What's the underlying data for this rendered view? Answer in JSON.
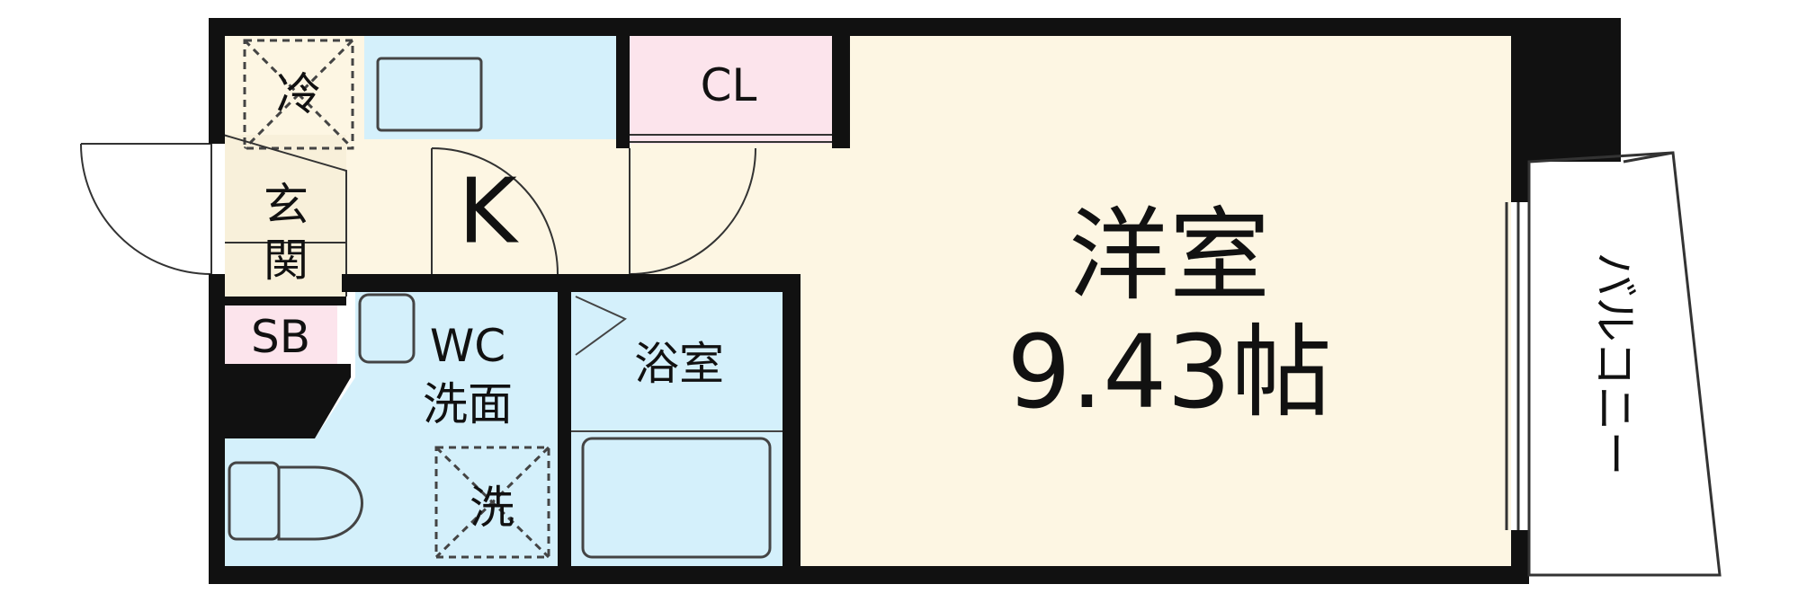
{
  "palette": {
    "wall": "#111111",
    "floor_cream": "#fdf6e3",
    "floor_entrance": "#f8f0da",
    "wet_blue": "#d4f0fb",
    "storage_pink": "#fce4ec",
    "fixture_stroke": "#444444"
  },
  "rooms": {
    "fridge": {
      "label": "冷"
    },
    "entrance": {
      "label_line1": "玄",
      "label_line2": "関"
    },
    "shoe_box": {
      "label": "SB"
    },
    "kitchen": {
      "label": "K"
    },
    "closet": {
      "label": "CL"
    },
    "wc_washroom": {
      "label_line1": "WC",
      "label_line2": "洗面"
    },
    "washer": {
      "label": "洗"
    },
    "bathroom": {
      "label": "浴室"
    },
    "western_room": {
      "label_line1": "洋室",
      "label_line2": "9.43帖"
    },
    "balcony": {
      "label": "バルコニー"
    }
  }
}
